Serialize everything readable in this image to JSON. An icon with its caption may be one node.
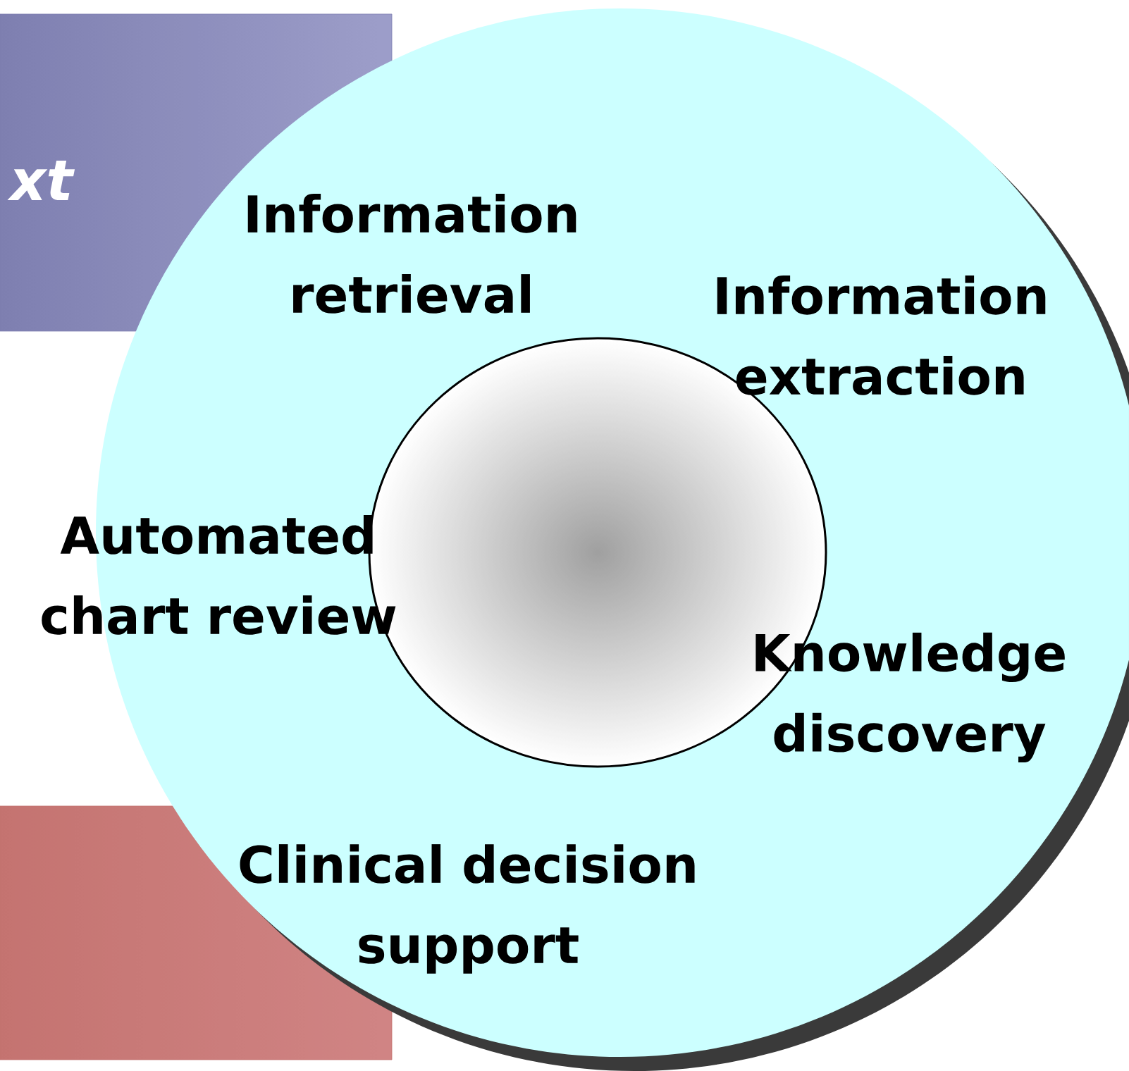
{
  "diagram": {
    "nodes": [
      {
        "text": [
          "xt"
        ]
      },
      {
        "text": [
          "Information retrieval",
          "Information extraction",
          "Automated chart review",
          "Knowledge discovery",
          "Clinical decision support"
        ]
      },
      {
        "text": [],
        "shape": "circle",
        "in": 1
      },
      {
        "text": [],
        "shape": "bar"
      }
    ]
  }
}
